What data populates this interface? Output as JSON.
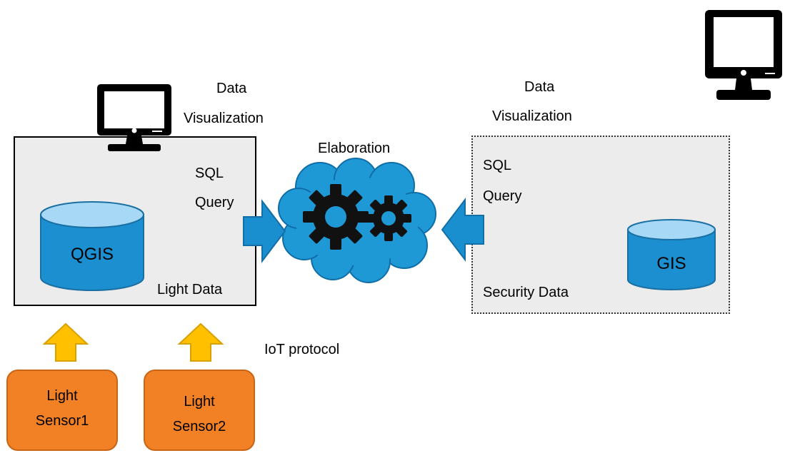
{
  "left_panel": {
    "title_line1": "Data",
    "title_line2": "Visualization",
    "query_line1": "SQL",
    "query_line2": "Query",
    "database_label": "QGIS",
    "data_label": "Light Data"
  },
  "center": {
    "label": "Elaboration"
  },
  "right_panel": {
    "title_line1": "Data",
    "title_line2": "Visualization",
    "query_line1": "SQL",
    "query_line2": "Query",
    "database_label": "GIS",
    "data_label": "Security Data"
  },
  "sensors": [
    {
      "line1": "Light",
      "line2": "Sensor1"
    },
    {
      "line1": "Light",
      "line2": "Sensor2"
    }
  ],
  "protocol_label": "IoT protocol",
  "colors": {
    "database_fill": "#1b8fcf",
    "database_top": "#a7d8f5",
    "cloud": "#1f99d6",
    "arrow_blue": "#1a8fd0",
    "arrow_yellow": "#ffc000",
    "sensor": "#f28024",
    "panel": "#ececec"
  },
  "icons": [
    "monitor-icon",
    "database-icon",
    "cloud-icon",
    "gear-icon",
    "arrow-icon"
  ]
}
